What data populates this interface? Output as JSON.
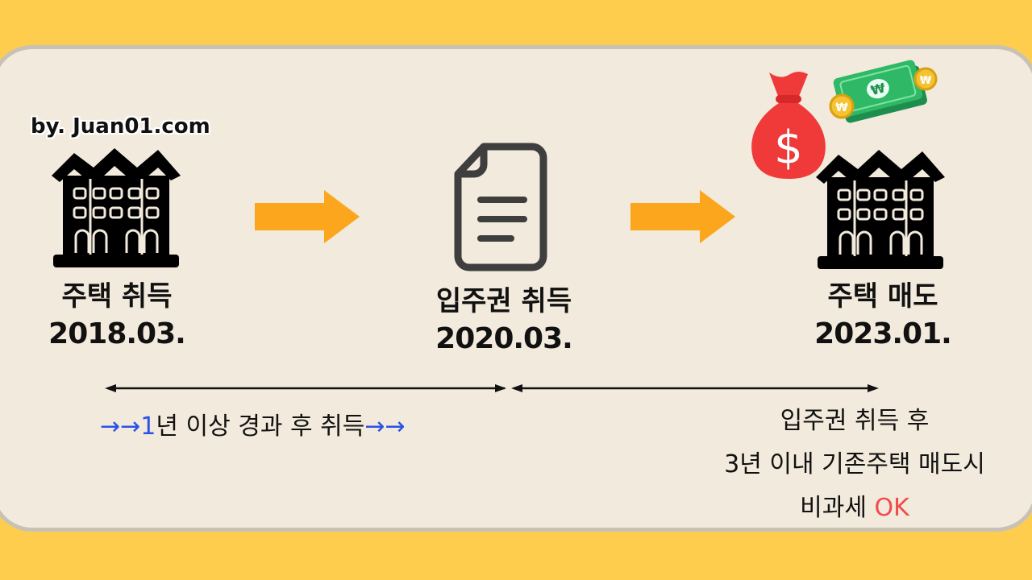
{
  "watermark": "by. Juan01.com",
  "steps": [
    {
      "title": "주택 취득",
      "date": "2018.03."
    },
    {
      "title": "입주권 취득",
      "date": "2020.03."
    },
    {
      "title": "주택 매도",
      "date": "2023.01."
    }
  ],
  "left_note": {
    "arrows_before": "→→",
    "highlight": "1",
    "text": "년 이상 경과 후 취득",
    "arrows_after": "→→"
  },
  "right_note": {
    "line1": "입주권 취득 후",
    "line2": "3년 이내 기존주택 매도시",
    "line3_prefix": "비과세 ",
    "line3_highlight": "OK"
  },
  "colors": {
    "background": "#FFCD4E",
    "card": "#F2EADC",
    "arrow": "#FBA61C",
    "highlight_blue": "#2B52E6",
    "highlight_red": "#F04B4B"
  },
  "icons": [
    "apartment-building-icon",
    "document-icon",
    "money-bag-icon",
    "cash-bills-icon"
  ]
}
